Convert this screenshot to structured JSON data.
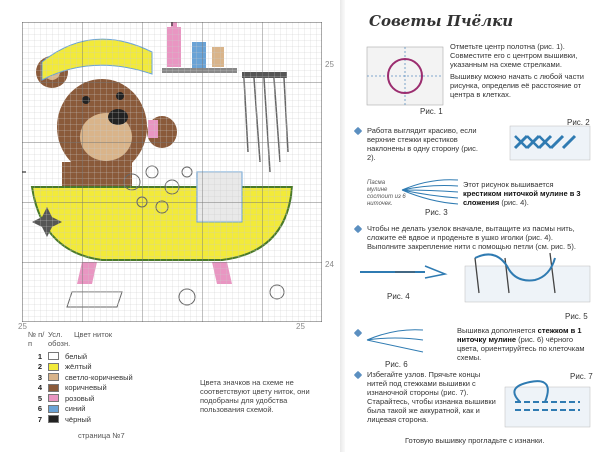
{
  "chart": {
    "axis_labels": {
      "top_right": "25",
      "right_middle": "24",
      "bottom_left": "25",
      "bottom_right": "25"
    }
  },
  "key": {
    "headers": {
      "num": "№ п/п",
      "sym": "Усл. обозн.",
      "color": "Цвет ниток"
    },
    "rows": [
      {
        "num": "1",
        "label": "белый",
        "color": "#ffffff"
      },
      {
        "num": "2",
        "label": "жёлтый",
        "color": "#f2ea3a"
      },
      {
        "num": "3",
        "label": "светло-коричневый",
        "color": "#d9b48a"
      },
      {
        "num": "4",
        "label": "коричневый",
        "color": "#8a5a3a"
      },
      {
        "num": "5",
        "label": "розовый",
        "color": "#e996c2"
      },
      {
        "num": "6",
        "label": "синий",
        "color": "#6aa3d6"
      },
      {
        "num": "7",
        "label": "чёрный",
        "color": "#222222"
      }
    ],
    "note": "Цвета значков на схеме не соответствуют цвету ниток, они подобраны для удобства пользования схемой.",
    "footer": "страница №7"
  },
  "tips": {
    "title": "Советы Пчёлки",
    "p1": "Отметьте центр полотна (рис. 1). Совместите его с центром вышивки, указанным на схеме стрелками.",
    "p2": "Вышивку можно начать с любой части рисунка, определив её расстояние от центра в клетках.",
    "fig1": "Рис. 1",
    "p3": "Работа выглядит красиво, если верхние стежки крестиков наклонены в одну сторону (рис. 2).",
    "fig2": "Рис. 2",
    "thread_note": "Пасма мулине состоит из 6 ниточек.",
    "p4_a": "Этот рисунок вышивается ",
    "p4_b": "крестиком ниточкой мулине в 3 сложения",
    "p4_c": " (рис. 4).",
    "fig3": "Рис. 3",
    "p5": "Чтобы не делать узелок вначале, вытащите из пасмы нить, сложите её вдвое и проденьте в ушко иголки (рис. 4). Выполните закрепление нити с помощью петли (см. рис. 5).",
    "fig4": "Рис. 4",
    "fig5": "Рис. 5",
    "p6_a": "Вышивка дополняется ",
    "p6_b": "стежком в 1 ниточку мулине",
    "p6_c": " (рис. 6) чёрного цвета, ориентируйтесь по клеточкам схемы.",
    "fig6": "Рис. 6",
    "p7": "Избегайте узлов. Прячьте концы нитей под стежками вышивки с изнаночной стороны (рис. 7). Старайтесь, чтобы изнанка вышивки была такой же аккуратной, как и лицевая сторона.",
    "fig7": "Рис. 7",
    "footer": "Готовую вышивку прогладьте с изнанки."
  }
}
